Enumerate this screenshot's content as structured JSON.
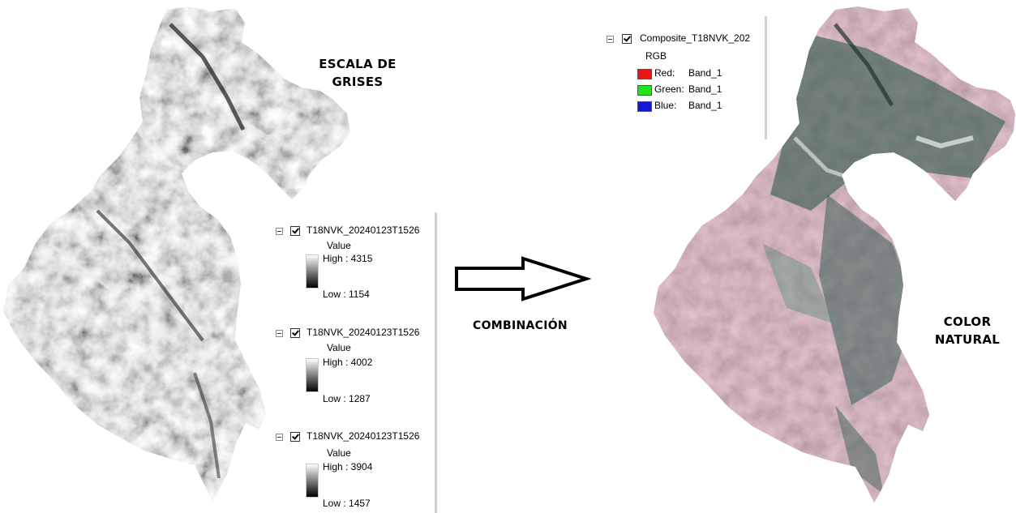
{
  "left_map": {
    "title_lines": [
      "ESCALA DE",
      "GRISES"
    ],
    "legend": {
      "layers": [
        {
          "name": "T18NVK_20240123T1526",
          "value_label": "Value",
          "high_label": "High : 4315",
          "low_label": "Low : 1154"
        },
        {
          "name": "T18NVK_20240123T1526",
          "value_label": "Value",
          "high_label": "High : 4002",
          "low_label": "Low : 1287"
        },
        {
          "name": "T18NVK_20240123T1526",
          "value_label": "Value",
          "high_label": "High : 3904",
          "low_label": "Low : 1457"
        }
      ]
    }
  },
  "arrow": {
    "label": "COMBINACIÓN"
  },
  "right_map": {
    "title_lines": [
      "COLOR",
      "NATURAL"
    ],
    "legend": {
      "layer_name": "Composite_T18NVK_202",
      "type_label": "RGB",
      "bands": [
        {
          "channel": "Red:",
          "band": "Band_1",
          "color": "#e81616"
        },
        {
          "channel": "Green:",
          "band": "Band_1",
          "color": "#1ee61e"
        },
        {
          "channel": "Blue:",
          "band": "Band_1",
          "color": "#1616d8"
        }
      ]
    }
  },
  "colors": {
    "grey_dark": "#3f3f3f",
    "grey_mid": "#7c7c7c",
    "grey_light": "#c8c8c8",
    "pink_base": "#b58e99",
    "green_dark": "#3b5f55",
    "green_mid": "#5f8f7f"
  }
}
